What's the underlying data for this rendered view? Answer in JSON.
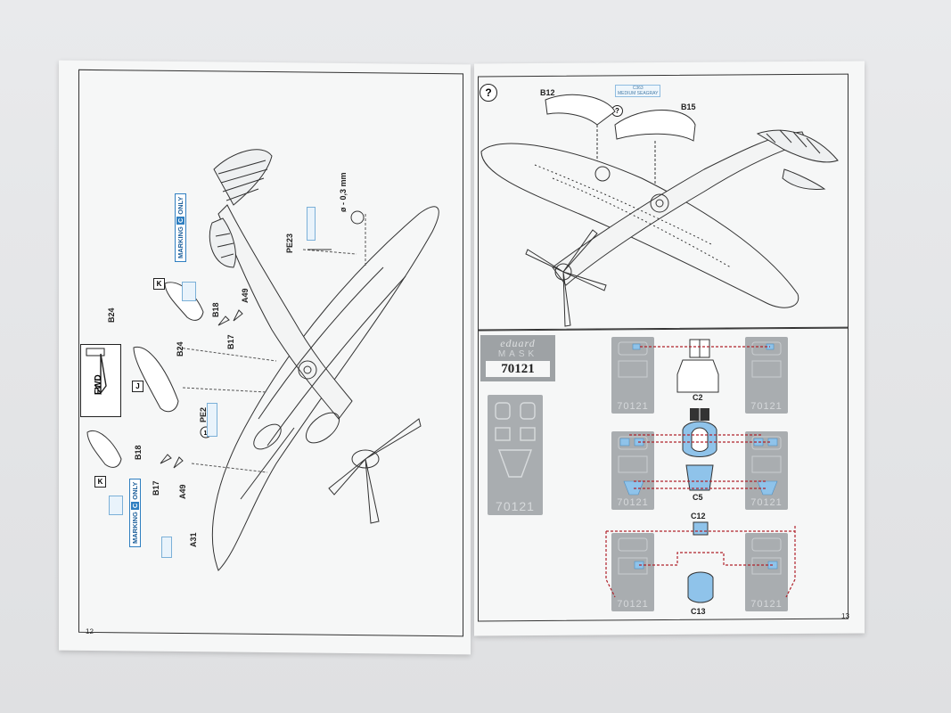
{
  "left_page": {
    "page_number": "12",
    "fwd_label": "FWD",
    "part_labels": [
      "B24",
      "B18",
      "B17",
      "A49",
      "B24",
      "PE2",
      "B18",
      "B17",
      "A49",
      "A31",
      "PE23"
    ],
    "step_boxes": [
      "K",
      "J",
      "K"
    ],
    "marking_label": {
      "prefix": "MARKING",
      "letter": "C",
      "suffix": "ONLY"
    },
    "thickness_note": "ø - 0,3 mm"
  },
  "right_page": {
    "page_number": "13",
    "question_icon": "?",
    "part_labels": [
      "B12",
      "B15",
      "C2",
      "C5",
      "C12",
      "C13"
    ],
    "paint_ref": {
      "code": "C363",
      "name": "MEDIUM SEAGRAY"
    },
    "mask": {
      "brand": "eduard",
      "word": "MASK",
      "code": "70121",
      "sheet_number": "70121"
    }
  },
  "colors": {
    "accent_blue": "#2f7fc1",
    "mask_grey": "#a9adb0",
    "dash_red": "#b0222b",
    "mask_fill": "#8fc3ea"
  }
}
